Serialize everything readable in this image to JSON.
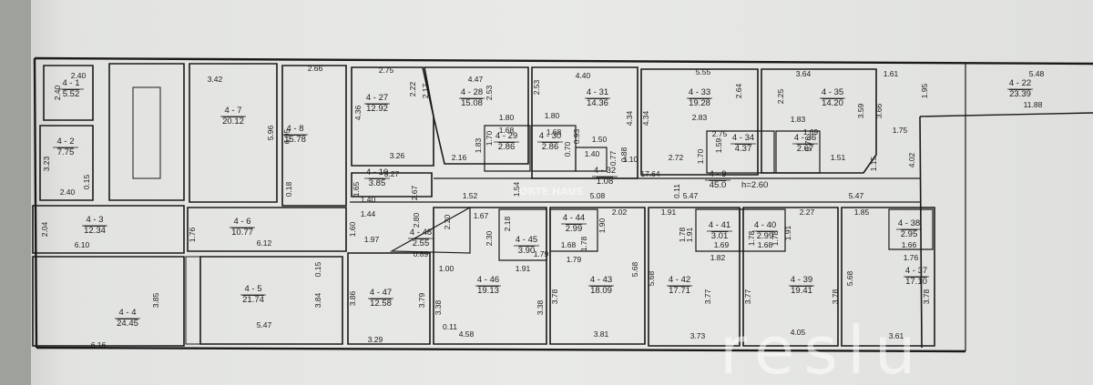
{
  "rooms": [
    {
      "id": "4 - 1",
      "area": "5.52"
    },
    {
      "id": "4 - 2",
      "area": "7.75"
    },
    {
      "id": "4 - 3",
      "area": "12.34"
    },
    {
      "id": "4 - 4",
      "area": "24.45"
    },
    {
      "id": "4 - 5",
      "area": "21.74"
    },
    {
      "id": "4 - 6",
      "area": "10.77"
    },
    {
      "id": "4 - 7",
      "area": "20.12"
    },
    {
      "id": "4 - 8",
      "area": "15.78"
    },
    {
      "id": "4 - 9",
      "area": "45.0",
      "extra": "h=2.60"
    },
    {
      "id": "4 - 10",
      "area": "3.85"
    },
    {
      "id": "4 - 22",
      "area": "23.39"
    },
    {
      "id": "4 - 27",
      "area": "12.92"
    },
    {
      "id": "4 - 28",
      "area": "15.08"
    },
    {
      "id": "4 - 29",
      "area": "2.86"
    },
    {
      "id": "4 - 30",
      "area": "2.86"
    },
    {
      "id": "4 - 31",
      "area": "14.36"
    },
    {
      "id": "4 - 32",
      "area": "1.08"
    },
    {
      "id": "4 - 33",
      "area": "19.28"
    },
    {
      "id": "4 - 34",
      "area": "4.37"
    },
    {
      "id": "4 - 35",
      "area": "14.20"
    },
    {
      "id": "4 - 36",
      "area": "2.67"
    },
    {
      "id": "4 - 37",
      "area": "17.10"
    },
    {
      "id": "4 - 38",
      "area": "2.95"
    },
    {
      "id": "4 - 39",
      "area": "19.41"
    },
    {
      "id": "4 - 40",
      "area": "2.99"
    },
    {
      "id": "4 - 41",
      "area": "3.01"
    },
    {
      "id": "4 - 42",
      "area": "17.71"
    },
    {
      "id": "4 - 43",
      "area": "18.09"
    },
    {
      "id": "4 - 44",
      "area": "2.99"
    },
    {
      "id": "4 - 45",
      "area": "3.90"
    },
    {
      "id": "4 - 46",
      "area": "19.13"
    },
    {
      "id": "4 - 47",
      "area": "12.58"
    },
    {
      "id": "4 - 48",
      "area": "2.55"
    }
  ],
  "dimensions": [
    "2.40",
    "2.40",
    "3.23",
    "2.40",
    "0.15",
    "2.04",
    "6.10",
    "3.85",
    "6.16",
    "3.42",
    "5.96",
    "2.66",
    "6.05",
    "0.18",
    "2.75",
    "2.22",
    "4.36",
    "3.26",
    "3.27",
    "1.65",
    "1.40",
    "2.67",
    "2.17",
    "4.47",
    "2.53",
    "1.80",
    "1.68",
    "1.70",
    "1.83",
    "2.16",
    "2.53",
    "4.40",
    "1.80",
    "1.68",
    "0.93",
    "0.70",
    "1.50",
    "0.88",
    "1.10",
    "1.40",
    "0.77",
    "4.34",
    "5.55",
    "2.64",
    "2.83",
    "2.75",
    "1.59",
    "1.70",
    "2.72",
    "4.34",
    "3.64",
    "2.25",
    "1.83",
    "3.59",
    "1.69",
    "0.78",
    "1.51",
    "1.61",
    "3.66",
    "1.75",
    "1.15",
    "1.95",
    "5.48",
    "11.88",
    "4.02",
    "17.64",
    "0.11",
    "5.47",
    "5.47",
    "1.52",
    "1.54",
    "5.08",
    "1.44",
    "2.80",
    "1.60",
    "1.97",
    "2.20",
    "0.89",
    "1.67",
    "2.30",
    "2.18",
    "1.79",
    "1.91",
    "1.00",
    "1.76",
    "6.12",
    "0.15",
    "3.84",
    "5.47",
    "3.86",
    "3.79",
    "3.29",
    "3.38",
    "0.11",
    "4.58",
    "3.38",
    "1.90",
    "1.68",
    "1.78",
    "1.79",
    "2.02",
    "5.68",
    "3.78",
    "3.81",
    "1.91",
    "1.78",
    "1.69",
    "1.82",
    "3.77",
    "5.68",
    "1.78",
    "1.68",
    "1.91",
    "2.27",
    "1.78",
    "3.77",
    "3.78",
    "4.05",
    "1.85",
    "1.66",
    "1.76",
    "5.68",
    "3.61",
    "3.78",
    "3.73",
    "1.91"
  ],
  "watermark": {
    "text": "reslu",
    "tag": "ORTE HAUS"
  }
}
